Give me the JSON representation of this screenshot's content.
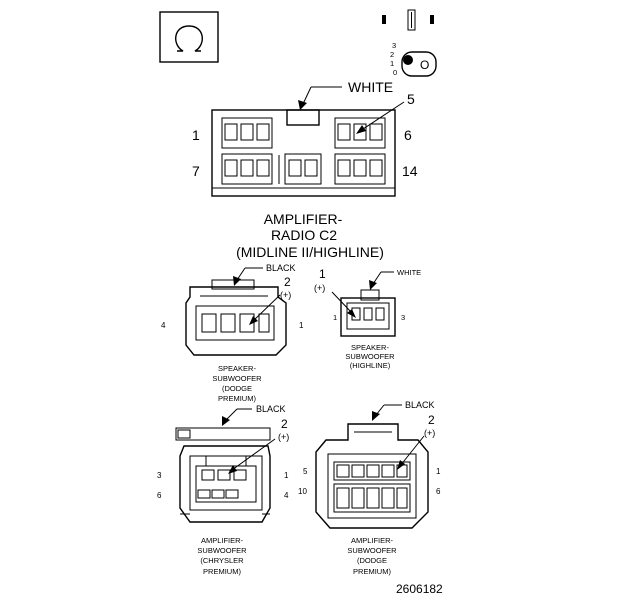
{
  "c2": {
    "wire_color": "WHITE",
    "cavity_marker": "5",
    "pin_1": "1",
    "pin_6": "6",
    "pin_7": "7",
    "pin_14": "14",
    "caption_l1": "AMPLIFIER-",
    "caption_l2": "RADIO C2",
    "caption_l3": "(MIDLINE II/HIGHLINE)"
  },
  "orientation": {
    "key_letter": "O",
    "dot_digits": [
      "3",
      "2",
      "1",
      "0"
    ]
  },
  "spk_dodge": {
    "wire_color": "BLACK",
    "marker_num": "2",
    "marker_sign": "(+)",
    "pin_left": "4",
    "pin_right": "1",
    "caption": [
      "SPEAKER-",
      "SUBWOOFER",
      "(DODGE",
      "PREMIUM)"
    ]
  },
  "spk_highline": {
    "wire_color": "WHITE",
    "marker_num": "1",
    "marker_sign": "(+)",
    "pin_left": "1",
    "pin_right": "3",
    "caption": [
      "SPEAKER-",
      "SUBWOOFER",
      "(HIGHLINE)"
    ]
  },
  "amp_chrysler": {
    "wire_color": "BLACK",
    "marker_num": "2",
    "marker_sign": "(+)",
    "pin_3": "3",
    "pin_1": "1",
    "pin_6": "6",
    "pin_4": "4",
    "caption": [
      "AMPLIFIER-",
      "SUBWOOFER",
      "(CHRYSLER",
      "PREMIUM)"
    ]
  },
  "amp_dodge": {
    "wire_color": "BLACK",
    "marker_num": "2",
    "marker_sign": "(+)",
    "pin_5": "5",
    "pin_1": "1",
    "pin_10": "10",
    "pin_6": "6",
    "caption": [
      "AMPLIFIER-",
      "SUBWOOFER",
      "(DODGE",
      "PREMIUM)"
    ]
  },
  "figure_number": "2606182"
}
